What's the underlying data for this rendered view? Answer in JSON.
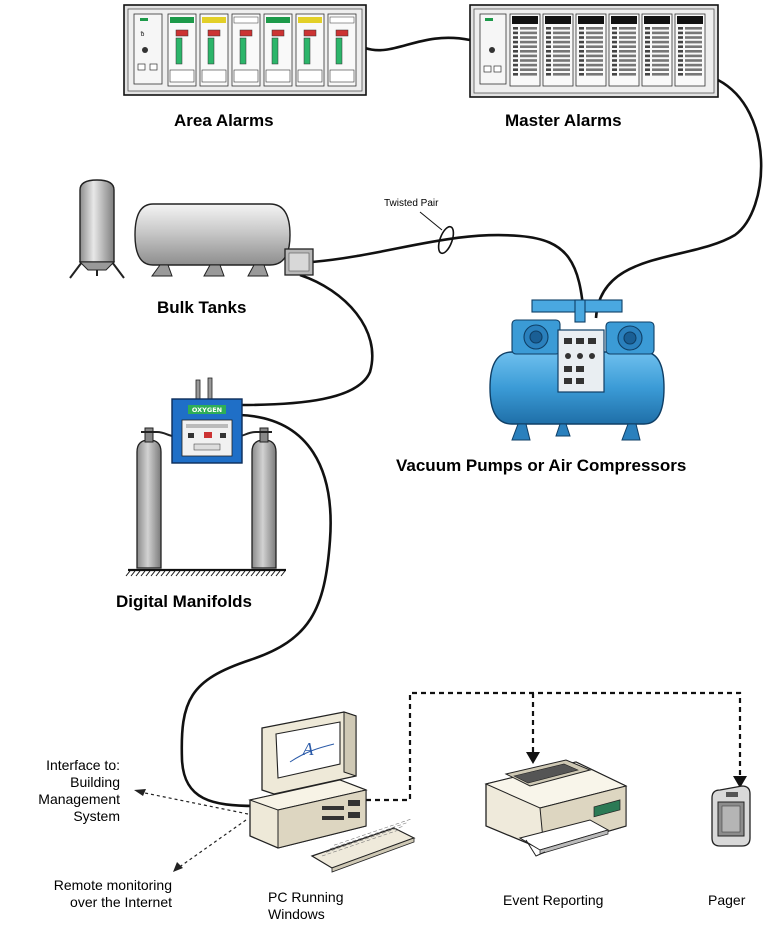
{
  "labels": {
    "area_alarms": "Area Alarms",
    "master_alarms": "Master Alarms",
    "bulk_tanks": "Bulk Tanks",
    "twisted_pair": "Twisted Pair",
    "vacuum_pumps": "Vacuum Pumps or Air Compressors",
    "digital_manifolds": "Digital Manifolds",
    "interface_line1": "Interface to:",
    "interface_line2": "Building",
    "interface_line3": "Management",
    "interface_line4": "System",
    "remote_line1": "Remote monitoring",
    "remote_line2": "over the Internet",
    "pc_line1": "PC Running",
    "pc_line2": "Windows",
    "event_reporting": "Event Reporting",
    "pager": "Pager"
  },
  "manifold_tag": "OXYGEN",
  "monitor_logo": "A",
  "colors": {
    "equipment_blue": "#3b9bd6",
    "manifold_blue": "#1f6fc7",
    "cylinder_gray": "#a9a9a9",
    "tank_gray": "#c8c8c8",
    "alarm_panel": "#e4e4e4"
  }
}
